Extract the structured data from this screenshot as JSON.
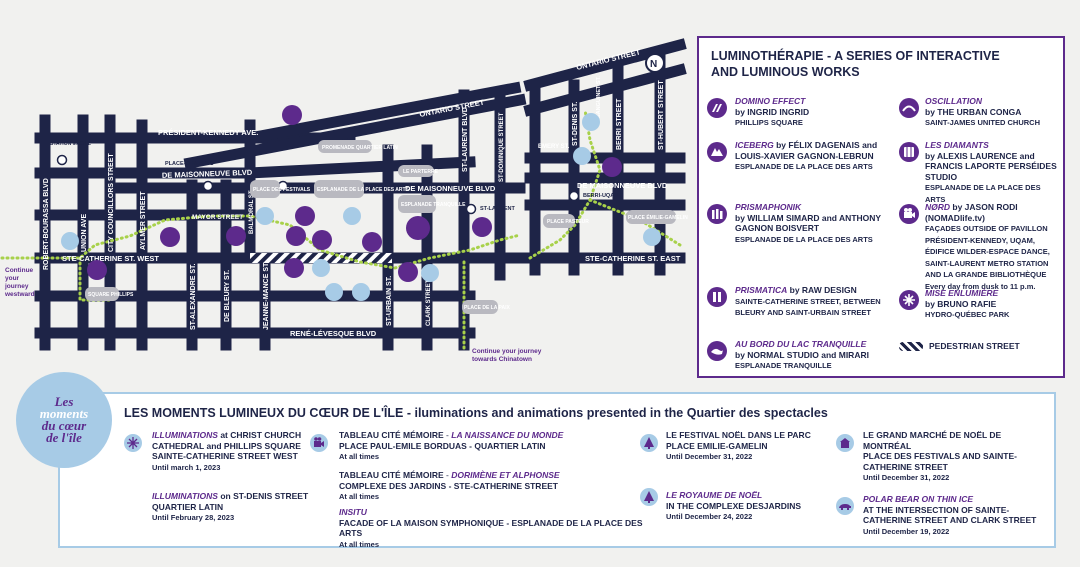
{
  "colors": {
    "street": "#1e2447",
    "purple": "#5d2a8c",
    "blue": "#a7cbe6",
    "path": "#a8d14a"
  },
  "map": {
    "streets": {
      "president_kennedy": "PRÉSIDENT-KENNEDY AVE.",
      "de_maisonneuve_west": "DE MAISONNEUVE BLVD",
      "de_maisonneuve_mid": "DE MAISONNEUVE BLVD",
      "de_maisonneuve_east": "DE MAISONNEUVE BLVD",
      "ontario_mid": "ONTARIO STREET",
      "ontario_east": "ONTARIO STREET",
      "ste_catherine_west": "STE-CATHERINE ST. WEST",
      "ste_catherine_east": "STE-CATHERINE ST. EAST",
      "rene_levesque": "RENÉ-LÉVESQUE BLVD",
      "robert_bourassa": "ROBERT-BOURASSA BLVD",
      "union": "UNION AVE",
      "aylmer": "AYLMER STREET",
      "city_councillors": "CITY COUNCILLORS STREET",
      "mayor": "MAYOR STREET",
      "balmoral": "BALMORAL ST.",
      "st_alexandre": "ST-ALEXANDRE ST.",
      "de_bleury": "DE BLEURY ST.",
      "jeanne_mance": "JEANNE-MANCE ST.",
      "st_urbain": "ST-URBAIN ST.",
      "clark": "CLARK STREET",
      "st_laurent": "ST-LAURENT BLVD",
      "st_dominique": "ST-DOMINIQUE STREET",
      "st_denis": "ST-DENIS ST.",
      "berri": "BERRI STREET",
      "st_hubert": "ST-HUBERT STREET",
      "emery": "EMERY ST.",
      "sanguinet": "SANGUINET ST.",
      "berri_uqam": "BERRI-UQAM",
      "st_laurent_metro": "ST-LAURENT",
      "place_des_arts_metro": "PLACE-DES-ARTS",
      "mcgill_metro": "STATION McGILL"
    },
    "places": {
      "promenade": "PROMENADE QUARTIER LATIN",
      "place_des_festivals": "PLACE DES FESTIVALS",
      "esplanade_pda": "ESPLANADE DE LA PLACE DES ARTS",
      "esplanade_tranquille": "ESPLANADE TRANQUILLE",
      "le_parterre": "LE PARTERRE",
      "place_phillips": "SQUARE PHILLIPS",
      "place_pasteur": "PLACE PASTEUR",
      "place_emilie_gamelin": "PLACE ÉMILIE-GAMELIN",
      "place_de_la_paix": "PLACE DE LA PAIX"
    },
    "notes": {
      "westward": [
        "Continue",
        "your",
        "journey",
        "westward"
      ],
      "chinatown": [
        "Continue your journey",
        "towards Chinatown"
      ]
    }
  },
  "legend": {
    "title": "LUMINOTHÉRAPIE - A SERIES OF INTERACTIVE AND LUMINOUS WORKS",
    "items": [
      {
        "icon": "domino-icon",
        "title": "DOMINO EFFECT",
        "by": "by INGRID INGRID",
        "place": "PHILLIPS SQUARE"
      },
      {
        "icon": "iceberg-icon",
        "title": "ICEBERG",
        "by": "by FÉLIX DAGENAIS and LOUIS-XAVIER GAGNON-LEBRUN",
        "place": "ESPLANADE DE LA PLACE DES ARTS"
      },
      {
        "icon": "prismaphonik-icon",
        "title": "PRISMAPHONIK",
        "by": "by WILLIAM SIMARD and ANTHONY GAGNON BOISVERT",
        "place": "ESPLANADE DE LA PLACE DES ARTS"
      },
      {
        "icon": "prismatica-icon",
        "title": "PRISMATICA",
        "by": "by RAW DESIGN",
        "place": "SAINTE-CATHERINE STREET, BETWEEN BLEURY AND SAINT-URBAIN STREET"
      },
      {
        "icon": "lake-icon",
        "title": "AU BORD DU LAC TRANQUILLE",
        "by": "by NORMAL STUDIO and MIRARI",
        "place": "ESPLANADE TRANQUILLE"
      },
      {
        "icon": "oscillation-icon",
        "title": "OSCILLATION",
        "by": "by THE URBAN CONGA",
        "place": "SAINT-JAMES UNITED CHURCH"
      },
      {
        "icon": "diamants-icon",
        "title": "LES DIAMANTS",
        "by": "by ALEXIS LAURENCE and FRANCIS LAPORTE PERSÉIDES STUDIO",
        "place": "ESPLANADE DE LA PLACE DES ARTS"
      },
      {
        "icon": "projector-icon",
        "title": "NØRD",
        "by": "by JASON RODI (NOMADlife.tv)",
        "place": "FAÇADES OUTSIDE OF PAVILLON PRÉSIDENT-KENNEDY, UQAM, ÉDIFICE WILDER-ESPACE DANCE, SAINT-LAURENT METRO STATION AND LA GRANDE BIBLIOTHÈQUE",
        "extra": "Every day from dusk to 11 p.m."
      },
      {
        "icon": "snowflake-icon",
        "title": "MISE ENLUMIÈRE",
        "by": "by BRUNO RAFIE",
        "place": "HYDRO-QUÉBEC PARK"
      },
      {
        "icon": "pedestrian-icon",
        "title": "PEDESTRIAN STREET",
        "by": "",
        "place": ""
      }
    ]
  },
  "badge": {
    "line1": "Les",
    "line2": "moments",
    "line3": "du cœur",
    "line4": "de l'île"
  },
  "bottom": {
    "title": "LES MOMENTS LUMINEUX DU CŒUR DE L'ÎLE - iluminations and animations presented in the Quartier des spectacles",
    "items": [
      {
        "icon": "sparkle-icon",
        "title": "ILLUMINATIONS",
        "rest": "at CHRIST CHURCH CATHEDRAL and PHILLIPS SQUARE",
        "place": "SAINTE-CATHERINE STREET WEST",
        "date": "Until march 1, 2023"
      },
      {
        "icon": "sparkle-icon",
        "title": "ILLUMINATIONS",
        "rest": "on ST-DENIS STREET QUARTIER LATIN",
        "place": "",
        "date": "Until February 28, 2023"
      },
      {
        "icon": "projector-icon",
        "title": "TABLEAU CITÉ MÉMOIRE",
        "rest": "LA NAISSANCE DU MONDE",
        "place": "PLACE PAUL-EMILE BORDUAS - QUARTIER LATIN",
        "date": "At all times"
      },
      {
        "icon": "projector-icon",
        "title": "TABLEAU CITÉ MÉMOIRE",
        "rest": "DORIMÈNE ET ALPHONSE",
        "place": "COMPLEXE DES JARDINS - STE-CATHERINE STREET",
        "date": "At all times"
      },
      {
        "icon": "projector-icon",
        "title": "INSITU",
        "rest": "",
        "place": "FACADE OF LA MAISON SYMPHONIQUE - ESPLANADE DE LA PLACE DES ARTS",
        "date": "At all times"
      },
      {
        "icon": "tree-icon",
        "title": "LE FESTIVAL NOËL DANS LE PARC",
        "rest": "",
        "place": "PLACE EMILIE-GAMELIN",
        "date": "Until December 31, 2022"
      },
      {
        "icon": "tree-icon",
        "title": "LE ROYAUME DE NOËL",
        "rest": "",
        "place": "IN THE COMPLEXE DESJARDINS",
        "date": "Until December 24, 2022"
      },
      {
        "icon": "market-icon",
        "title": "LE GRAND MARCHÉ DE NOËL DE MONTRÉAL",
        "rest": "",
        "place": "PLACE DES FESTIVALS AND SAINTE-CATHERINE STREET",
        "date": "Until December 31, 2022"
      },
      {
        "icon": "bear-icon",
        "title": "POLAR BEAR ON THIN ICE",
        "rest": "",
        "place": "AT THE INTERSECTION OF SAINTE-CATHERINE STREET AND CLARK STREET",
        "date": "Until December 19, 2022"
      }
    ]
  }
}
